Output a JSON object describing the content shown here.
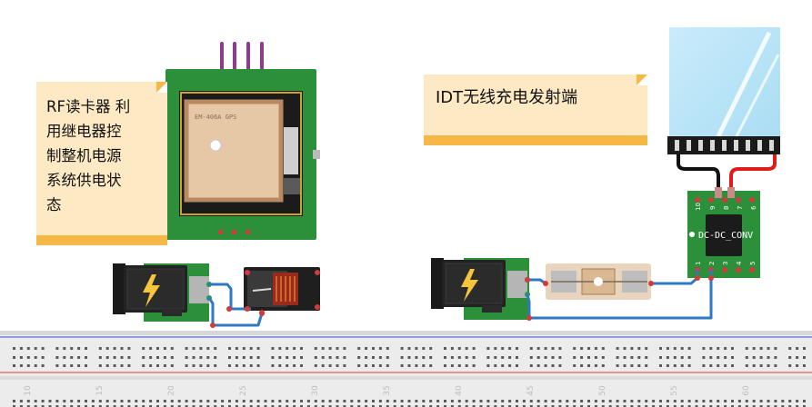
{
  "notes": {
    "rf_reader": "RF读卡器 利\n用继电器控\n制整机电源\n系统供电状\n态",
    "idt_tx": "IDT无线充电发射端"
  },
  "gps_module": {
    "label": "EM-406A GPS"
  },
  "dcdc": {
    "label": "DC-DC_CONV",
    "top_pins": [
      "10",
      "9",
      "8",
      "7",
      "6"
    ],
    "bottom_pins": [
      "1",
      "2",
      "3",
      "4",
      "5"
    ]
  },
  "breadboard": {
    "column_numbers": [
      "10",
      "15",
      "20",
      "25",
      "30",
      "35",
      "40",
      "45",
      "50",
      "55",
      "60"
    ]
  },
  "colors": {
    "pcb_green": "#2c8f3a",
    "note_fill": "#fde9c4",
    "note_accent": "#f5b746",
    "wire_blue": "#2f78c4",
    "wire_red": "#e01b1b",
    "wire_black": "#111111",
    "pin_purple": "#8e3a8e"
  }
}
